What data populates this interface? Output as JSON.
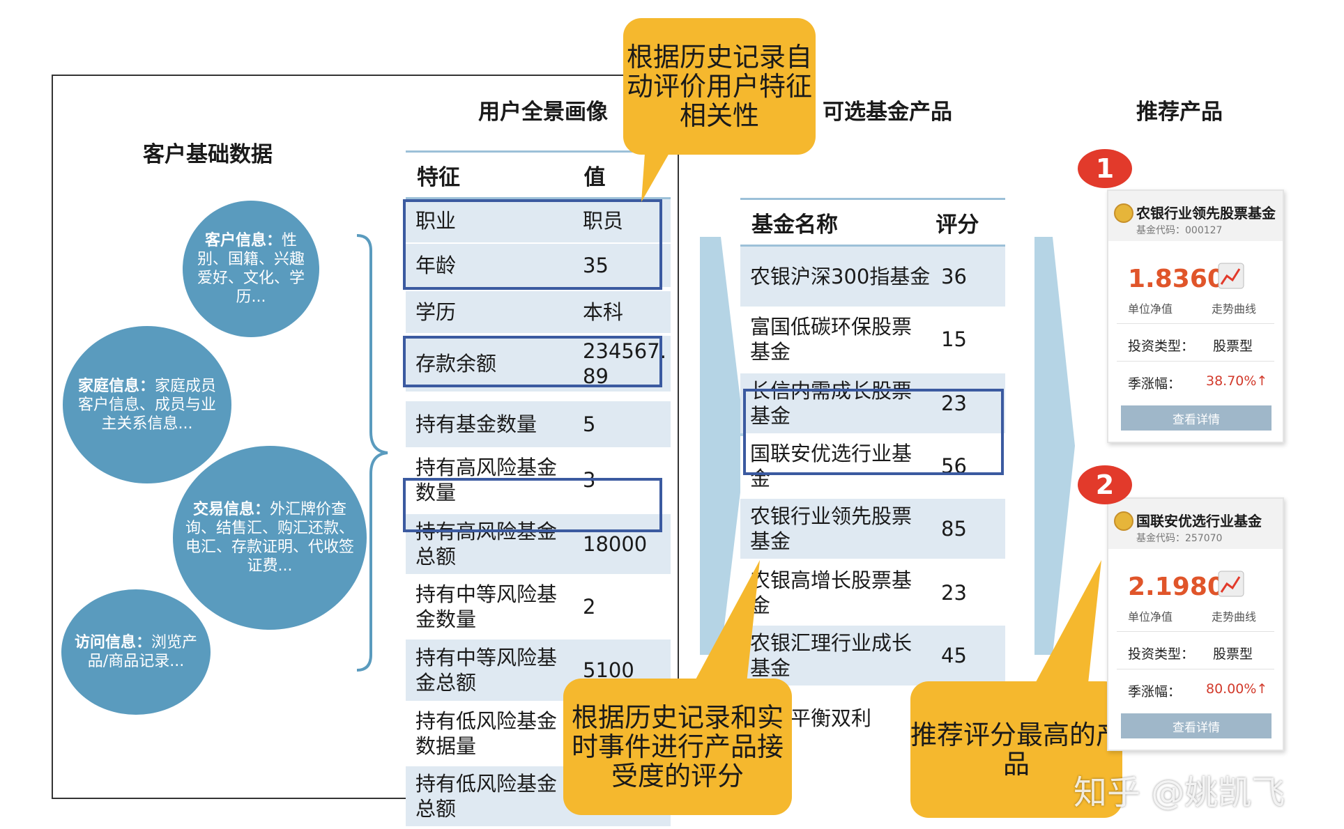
{
  "headings": {
    "customer_base": "客户基础数据",
    "user_portrait": "用户全景画像",
    "available_funds": "可选基金产品",
    "recommended": "推荐产品"
  },
  "circles": [
    {
      "title": "客户信息：",
      "text": "性别、国籍、兴趣爱好、文化、学历..."
    },
    {
      "title": "家庭信息：",
      "text": "家庭成员客户信息、成员与业主关系信息..."
    },
    {
      "title": "交易信息：",
      "text": "外汇牌价查询、结售汇、购汇还款、电汇、存款证明、代收签证费..."
    },
    {
      "title": "访问信息：",
      "text": "浏览产品/商品记录..."
    }
  ],
  "feature_table": {
    "headers": [
      "特征",
      "值"
    ],
    "rows": [
      [
        "职业",
        "职员"
      ],
      [
        "年龄",
        "35"
      ],
      [
        "学历",
        "本科"
      ],
      [
        "存款余额",
        "234567.89"
      ],
      [
        "持有基金数量",
        "5"
      ],
      [
        "持有高风险基金数量",
        "3"
      ],
      [
        "持有高风险基金总额",
        "18000"
      ],
      [
        "持有中等风险基金数量",
        "2"
      ],
      [
        "持有中等风险基金总额",
        "5100"
      ],
      [
        "持有低风险基金数据量",
        ""
      ],
      [
        "持有低风险基金总额",
        ""
      ]
    ]
  },
  "fund_table": {
    "headers": [
      "基金名称",
      "评分"
    ],
    "rows": [
      [
        "农银沪深300指基金",
        "36"
      ],
      [
        "富国低碳环保股票基金",
        "15"
      ],
      [
        "长信内需成长股票基金",
        "23"
      ],
      [
        "国联安优选行业基金",
        "56"
      ],
      [
        "农银行业领先股票基金",
        "85"
      ],
      [
        "农银高增长股票基金",
        "23"
      ],
      [
        "农银汇理行业成长基金",
        "45"
      ],
      [
        "汇理平衡双利",
        ""
      ]
    ]
  },
  "bubbles": {
    "top": "根据历史记录自动评价用户特征相关性",
    "bottom_mid": "根据历史记录和实时事件进行产品接受度的评分",
    "bottom_right": "推荐评分最高的产品"
  },
  "cards": [
    {
      "rank": "1",
      "name": "农银行业领先股票基金",
      "code": "基金代码：000127",
      "nav": "1.8360",
      "nav_label": "单位净值",
      "trend_label": "走势曲线",
      "type_label": "投资类型：",
      "type_value": "股票型",
      "rise_label": "季涨幅：",
      "rise_value": "38.70%↑",
      "button": "查看详情"
    },
    {
      "rank": "2",
      "name": "国联安优选行业基金",
      "code": "基金代码：257070",
      "nav": "2.1980",
      "nav_label": "单位净值",
      "trend_label": "走势曲线",
      "type_label": "投资类型：",
      "type_value": "股票型",
      "rise_label": "季涨幅：",
      "rise_value": "80.00%↑",
      "button": "查看详情"
    }
  ],
  "watermark": "知乎 @姚凯飞",
  "colors": {
    "circle": "#5a9bbe",
    "bubble": "#f5b82e",
    "highlight": "#3b5aa0",
    "row": "#dfe9f2",
    "rank": "#e23a2b",
    "price": "#e0552a"
  }
}
